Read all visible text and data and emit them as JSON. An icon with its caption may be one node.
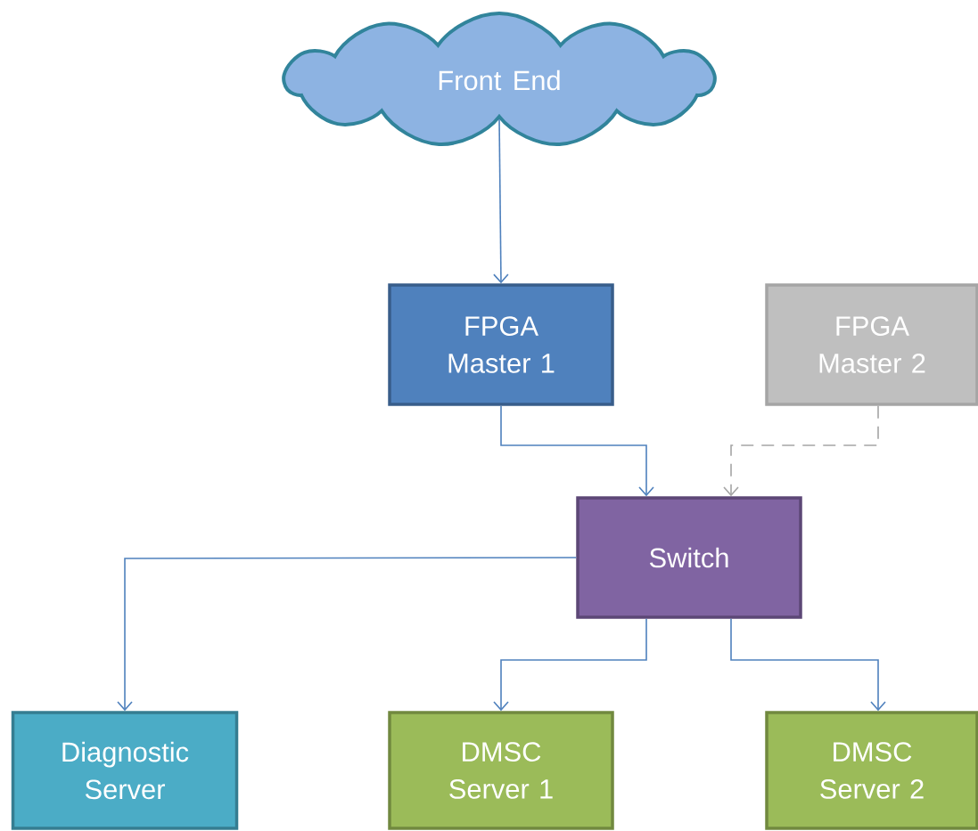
{
  "diagram": {
    "nodes": [
      {
        "text": [
          "Front End"
        ]
      },
      {
        "text": [
          "FPGA Master 1"
        ]
      },
      {
        "text": [
          "FPGA Master 2"
        ]
      },
      {
        "text": [
          "Switch"
        ]
      },
      {
        "text": [
          "Diagnostic Server"
        ]
      },
      {
        "text": [
          "DMSC Server 1"
        ]
      },
      {
        "text": [
          "DMSC Server 2"
        ]
      }
    ],
    "edges": [
      {
        "from": 0,
        "to": 1,
        "arrow": "to"
      },
      {
        "from": 1,
        "to": 3,
        "arrow": "to"
      },
      {
        "from": 2,
        "to": 3,
        "arrow": "to",
        "style": "dashed",
        "color": "#a5a5a5"
      },
      {
        "from": 3,
        "to": 4,
        "arrow": "to"
      },
      {
        "from": 3,
        "to": 5,
        "arrow": "to"
      },
      {
        "from": 3,
        "to": 6,
        "arrow": "to"
      }
    ]
  }
}
